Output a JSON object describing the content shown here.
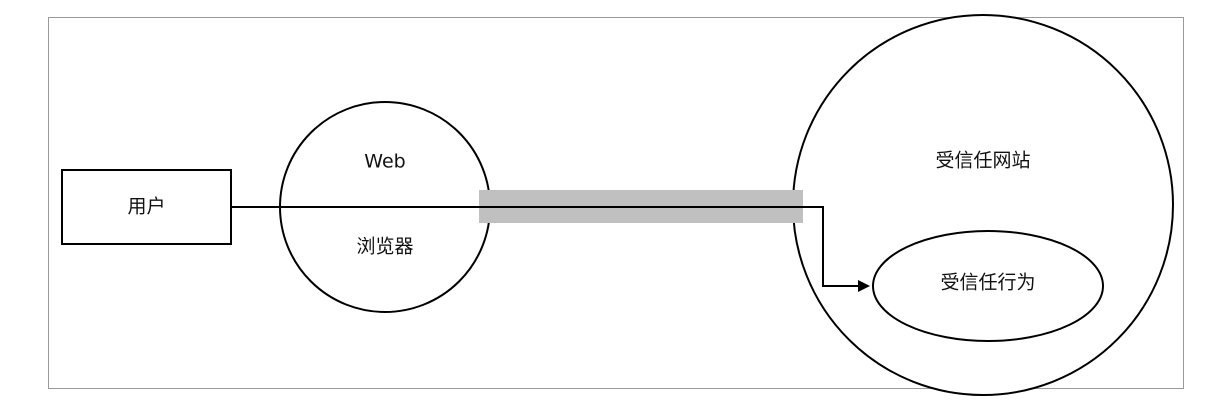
{
  "nodes": {
    "user": {
      "label": "用户"
    },
    "browser": {
      "label_top": "Web",
      "label_bottom": "浏览器"
    },
    "site": {
      "label": "受信任网站"
    },
    "behavior": {
      "label": "受信任行为"
    }
  },
  "colors": {
    "stroke": "#000000",
    "channel": "#c0c0c0",
    "frame": "#9a9a9a",
    "background": "#ffffff"
  }
}
